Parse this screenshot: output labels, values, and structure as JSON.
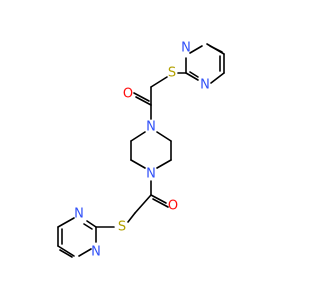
{
  "molecule": {
    "atoms": {
      "n1a": "N",
      "n3a": "N",
      "s_a": "S",
      "o_a": "O",
      "n_pip1": "N",
      "n_pip2": "N",
      "o_b": "O",
      "s_b": "S",
      "n1b": "N",
      "n3b": "N"
    }
  },
  "colors": {
    "bond": "#000000",
    "nitrogen": "#3050F8",
    "oxygen": "#FF0D0D",
    "sulfur": "#B2A000"
  }
}
